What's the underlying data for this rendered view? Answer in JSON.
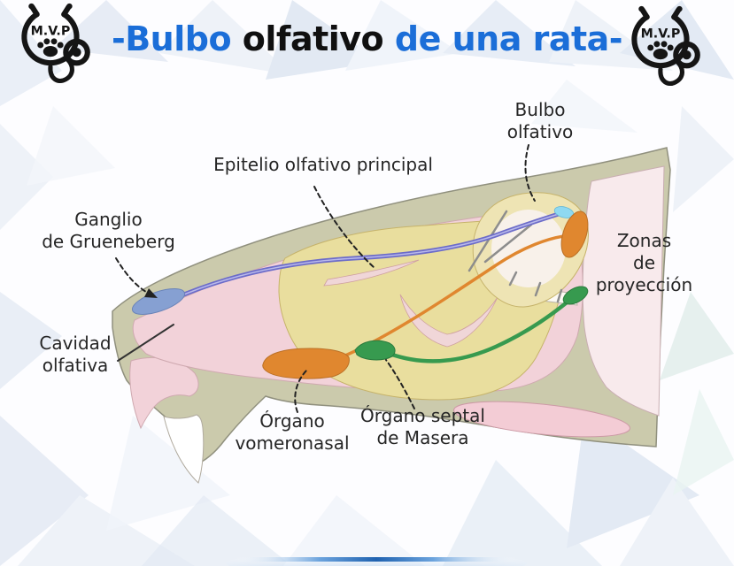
{
  "header": {
    "title": {
      "part1": "-Bulbo",
      "part2": " olfativo ",
      "part3": "de una rata-"
    },
    "logo_text": "M.V.P"
  },
  "labels": {
    "bulbo_olfativo": "Bulbo\nolfativo",
    "epitelio": "Epitelio olfativo principal",
    "ganglio": "Ganglio\nde Grueneberg",
    "zonas": "Zonas\nde\nproyección",
    "cavidad": "Cavidad\nolfativa",
    "vomeronasal": "Órgano\nvomeronasal",
    "septal": "Órgano septal\nde Masera"
  },
  "colors": {
    "title_blue": "#1b6ed8",
    "title_black": "#101010",
    "head": "#cbcaac",
    "nasal_cavity": "#f2d2d9",
    "projection_zone": "#f8eaec",
    "epithelium": "#e9de9e",
    "bulb_ring": "#eee4b4",
    "nerve_purple": "#6c6cc9",
    "orange_organ": "#e0872f",
    "green_organ": "#379a4f",
    "grueneberg_blue": "#86a0d2",
    "cyan_terminal": "#8fd9f1"
  }
}
